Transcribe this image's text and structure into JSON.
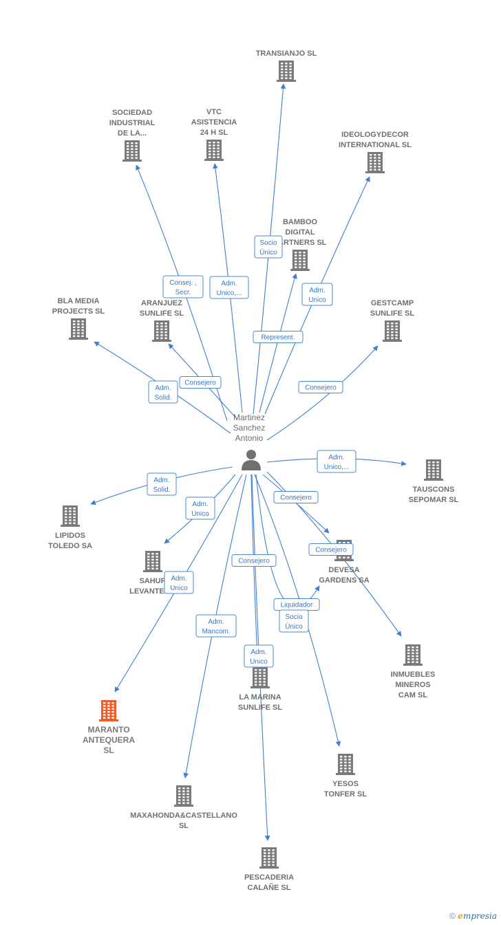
{
  "center": {
    "name_lines": [
      "Martinez",
      "Sanchez",
      "Antonio"
    ],
    "icon": "person-icon"
  },
  "colors": {
    "edge": "#3f7fcf",
    "building": "#7a7a7a",
    "highlight": "#f05a28"
  },
  "companies": [
    {
      "id": "transianjo",
      "lines": [
        "TRANSIANJO SL"
      ]
    },
    {
      "id": "sociedad",
      "lines": [
        "SOCIEDAD",
        "INDUSTRIAL",
        "DE LA..."
      ]
    },
    {
      "id": "vtc",
      "lines": [
        "VTC",
        "ASISTENCIA",
        "24 H  SL"
      ]
    },
    {
      "id": "ideology",
      "lines": [
        "IDEOLOGYDECOR",
        "INTERNATIONAL SL"
      ]
    },
    {
      "id": "bamboo",
      "lines": [
        "BAMBOO",
        "DIGITAL",
        "PARTNERS  SL"
      ]
    },
    {
      "id": "blamedia",
      "lines": [
        "BLA MEDIA",
        "PROJECTS SL"
      ]
    },
    {
      "id": "aranjuez",
      "lines": [
        "ARANJUEZ",
        "SUNLIFE  SL"
      ]
    },
    {
      "id": "gestcamp",
      "lines": [
        "GESTCAMP",
        "SUNLIFE  SL"
      ]
    },
    {
      "id": "tauscons",
      "lines": [
        "TAUSCONS",
        "SEPOMAR  SL"
      ]
    },
    {
      "id": "lipidos",
      "lines": [
        "LIPIDOS",
        "TOLEDO SA"
      ]
    },
    {
      "id": "sahur",
      "lines": [
        "SAHUR",
        "LEVANTE SL"
      ]
    },
    {
      "id": "devesa",
      "lines": [
        "DEVESA",
        "GARDENS SA"
      ]
    },
    {
      "id": "inmuebles",
      "lines": [
        "INMUEBLES",
        "MINEROS",
        "CAM SL"
      ]
    },
    {
      "id": "maranto",
      "lines": [
        "MARANTO",
        "ANTEQUERA",
        "SL"
      ],
      "highlight": true
    },
    {
      "id": "lamarina",
      "lines": [
        "LA MARINA",
        "SUNLIFE  SL"
      ]
    },
    {
      "id": "yesos",
      "lines": [
        "YESOS",
        "TONFER SL"
      ]
    },
    {
      "id": "maxahonda",
      "lines": [
        "MAXAHONDA&CASTELLANO",
        "SL"
      ]
    },
    {
      "id": "pescaderia",
      "lines": [
        "PESCADERIA",
        "CALAÑE  SL"
      ]
    }
  ],
  "relations": [
    {
      "target": "transianjo",
      "lines": [
        "Socio",
        "Único"
      ]
    },
    {
      "target": "sociedad",
      "lines": [
        "Consej. ,",
        "Secr."
      ]
    },
    {
      "target": "vtc",
      "lines": [
        "Adm.",
        "Unico,..."
      ]
    },
    {
      "target": "ideology",
      "lines": [
        "Adm.",
        "Unico"
      ]
    },
    {
      "target": "bamboo",
      "lines": [
        "Represent."
      ]
    },
    {
      "target": "blamedia",
      "lines": [
        "Adm.",
        "Solid."
      ]
    },
    {
      "target": "aranjuez",
      "lines": [
        "Consejero"
      ]
    },
    {
      "target": "gestcamp",
      "lines": [
        "Consejero"
      ]
    },
    {
      "target": "tauscons",
      "lines": [
        "Adm.",
        "Unico,..."
      ]
    },
    {
      "target": "lipidos",
      "lines": [
        "Adm.",
        "Solid."
      ]
    },
    {
      "target": "sahur",
      "lines": [
        "Adm.",
        "Unico"
      ]
    },
    {
      "target": "devesa",
      "lines": [
        "Consejero"
      ]
    },
    {
      "target": "inmuebles",
      "lines": [
        "Consejero"
      ]
    },
    {
      "target": "maranto",
      "lines": [
        "Adm.",
        "Unico"
      ]
    },
    {
      "target": "maxahonda",
      "lines": [
        "Adm.",
        "Mancom."
      ]
    },
    {
      "target": "pescaderia",
      "lines": [
        "Consejero"
      ]
    },
    {
      "target": "devesa",
      "lines": [
        "Liquidador"
      ]
    },
    {
      "target": "yesos",
      "lines": [
        "Socio",
        "Único"
      ]
    },
    {
      "target": "lamarina",
      "lines": [
        "Adm.",
        "Unico"
      ]
    }
  ],
  "footer": {
    "copyright": "©",
    "brand_e": "e",
    "brand_rest": "mpresia"
  }
}
